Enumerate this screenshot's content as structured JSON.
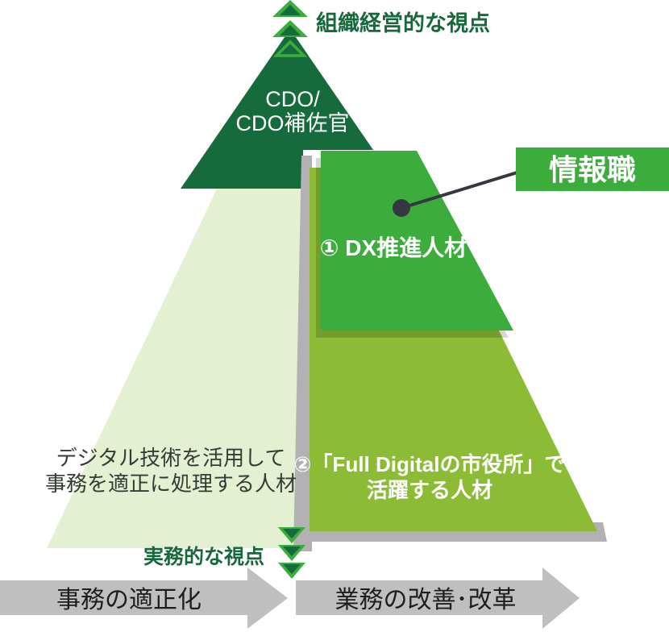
{
  "diagram": {
    "top_axis_label": "組織経営的な視点",
    "bottom_axis_label": "実務的な視点",
    "apex": {
      "line1": "CDO/",
      "line2": "CDO補佐官"
    },
    "base_talent": {
      "line1": "デジタル技術を活用して",
      "line2": "事務を適正に処理する人材"
    },
    "dx_talent": {
      "label": "① DX推進人材"
    },
    "full_digital_talent": {
      "line1": "②「Full Digitalの市役所」で",
      "line2": "活躍する人材"
    },
    "callout": {
      "label": "情報職"
    },
    "flow_arrows": {
      "left": "事務の適正化",
      "right": "業務の改善･改革"
    },
    "colors": {
      "dark_green": "#166b3d",
      "pale_green": "#e3f0d2",
      "bright_green": "#3cad3c",
      "olive_green": "#8cbb35",
      "shadow_gray": "#b3b1b3",
      "arrow_gray": "#bfbfbf",
      "label_green": "#17693b",
      "text_dark": "#333d36",
      "charcoal": "#35383f"
    }
  }
}
